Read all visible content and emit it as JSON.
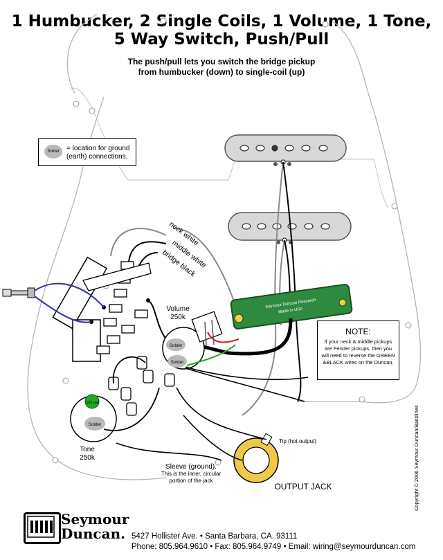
{
  "title_line1": "1 Humbucker, 2 Single Coils, 1 Volume, 1 Tone,",
  "title_line2": "5 Way Switch, Push/Pull",
  "subtitle_line1": "The push/pull lets you switch the bridge pickup",
  "subtitle_line2": "from humbucker (down) to single-coil (up)",
  "legend": {
    "blob_label": "Solder",
    "text": "= location for ground (earth) connections."
  },
  "wire_labels": {
    "neck": "neck white",
    "middle": "middle white",
    "bridge": "bridge black"
  },
  "humbucker_text_line1": "Seymour Duncan Research",
  "humbucker_text_line2": "Made in USA",
  "volume": {
    "label": "Volume",
    "value": "250k",
    "solder_top": "Solder",
    "solder_bottom": "Solder"
  },
  "tone": {
    "label": "Tone",
    "value": "250k",
    "solder": "Solder",
    "cap": ".022 cap"
  },
  "note": {
    "title": "NOTE:",
    "text": "If your neck & middle pickups are Fender pickups, then you will need to reverse the GREEN &BLACK wires on the Duncan."
  },
  "jack": {
    "tip": "Tip (hot output)",
    "sleeve_title": "Sleeve (ground).",
    "sleeve_line2": "This is the inner, circular",
    "sleeve_line3": "portion of the jack",
    "name": "OUTPUT JACK"
  },
  "copyright": "Copyright © 2006 Seymour Duncan/Basslines",
  "brand_line1": "Seymour",
  "brand_line2": "Duncan.",
  "address": "5427 Hollister Ave. • Santa Barbara, CA. 93111",
  "contact": "Phone: 805.964.9610 • Fax: 805.964.9749 • Email: wiring@seymourduncan.com",
  "colors": {
    "pcb": "#2e8b3e",
    "solder": "#b9b9b9",
    "jack": "#f0c84a",
    "switch_wire": "#3a3aa8",
    "red_wire": "#d11f1f",
    "green_wire": "#22a629"
  }
}
